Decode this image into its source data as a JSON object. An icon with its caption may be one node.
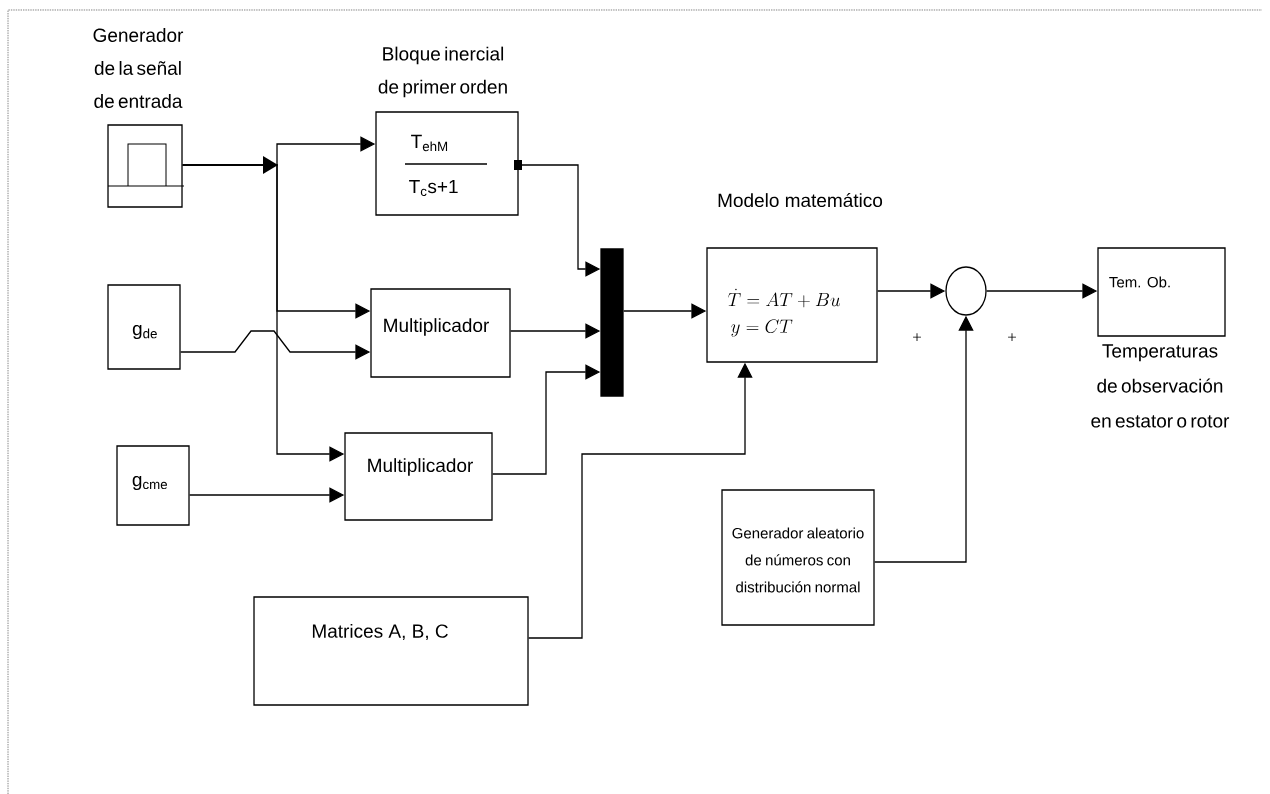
{
  "diagram": {
    "nodes": [
      {
        "text": [
          "Generador de la señal de entrada"
        ]
      },
      {
        "text": [
          "Bloque inercial de primer orden",
          "T$_{ehM}$",
          "T$_{c}$s+1"
        ]
      },
      {
        "text": [
          "g$_{de}$"
        ]
      },
      {
        "text": [
          "Multiplicador"
        ]
      },
      {
        "text": [
          "g$_{cme}$"
        ]
      },
      {
        "text": [
          "Multiplicador"
        ]
      },
      {
        "text": [],
        "shape": "bar"
      },
      {
        "text": [
          "Modelo matemático",
          "\\dot{T} = AT + Bu",
          "y = CT"
        ]
      },
      {
        "text": [
          "Matrices    A, B, C"
        ]
      },
      {
        "text": [],
        "shape": "circle"
      },
      {
        "text": [
          "Generador aleatorio de números con distribución normal"
        ]
      },
      {
        "text": [
          "Tem. Ob."
        ],
        "beside": [
          "Temperaturas de observación en estator o rotor"
        ]
      }
    ],
    "edges": [
      {
        "from": 0,
        "to": 1,
        "arrow": "to"
      },
      {
        "from": 0,
        "to": 3,
        "arrow": "to"
      },
      {
        "from": 0,
        "to": 5,
        "arrow": "to"
      },
      {
        "from": 2,
        "to": 3,
        "arrow": "to"
      },
      {
        "from": 4,
        "to": 5,
        "arrow": "to"
      },
      {
        "from": 1,
        "to": 6,
        "arrow": "to"
      },
      {
        "from": 3,
        "to": 6,
        "arrow": "to"
      },
      {
        "from": 5,
        "to": 6,
        "arrow": "to"
      },
      {
        "from": 6,
        "to": 7,
        "arrow": "to"
      },
      {
        "from": 8,
        "to": 7,
        "arrow": "to"
      },
      {
        "from": 7,
        "to": 9,
        "arrow": "to"
      },
      {
        "from": 10,
        "to": 9,
        "arrow": "to"
      },
      {
        "from": 9,
        "to": 11,
        "arrow": "to"
      }
    ],
    "labels": [
      "+",
      "+"
    ]
  }
}
